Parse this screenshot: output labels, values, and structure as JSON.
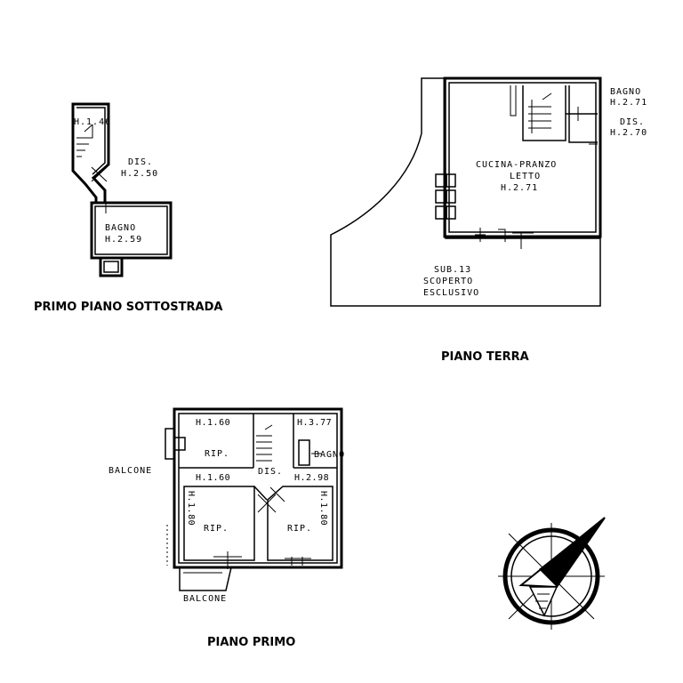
{
  "floors": {
    "sottostrada": {
      "title": "PRIMO PIANO SOTTOSTRADA",
      "h_top": "H.1.46",
      "dis_label": "DIS.",
      "dis_height": "H.2.50",
      "bagno_label": "BAGNO",
      "bagno_height": "H.2.59"
    },
    "terra": {
      "title": "PIANO TERRA",
      "bagno_label": "BAGNO",
      "bagno_height": "H.2.71",
      "dis_label": "DIS.",
      "dis_height": "H.2.70",
      "main_line1": "CUCINA-PRANZO",
      "main_line2": "LETTO",
      "main_height": "H.2.71",
      "sub_line1": "SUB.13",
      "sub_line2": "SCOPERTO",
      "sub_line3": "ESCLUSIVO"
    },
    "primo": {
      "title": "PIANO PRIMO",
      "h_rip_top": "H.1.60",
      "rip_top_label": "RIP.",
      "h_bagno": "H.3.77",
      "bagno_label": "BAGNO",
      "h_rip_top_bottom": "H.1.60",
      "dis_label": "DIS.",
      "h_dis": "H.2.98",
      "h_left_vert": "H.1.80",
      "rip_left_label": "RIP.",
      "h_right_vert": "H.1.80",
      "rip_right_label": "RIP.",
      "balcone_left": "BALCONE",
      "balcone_bottom": "BALCONE"
    }
  },
  "compass": {
    "icon": "north-arrow-compass-icon"
  }
}
